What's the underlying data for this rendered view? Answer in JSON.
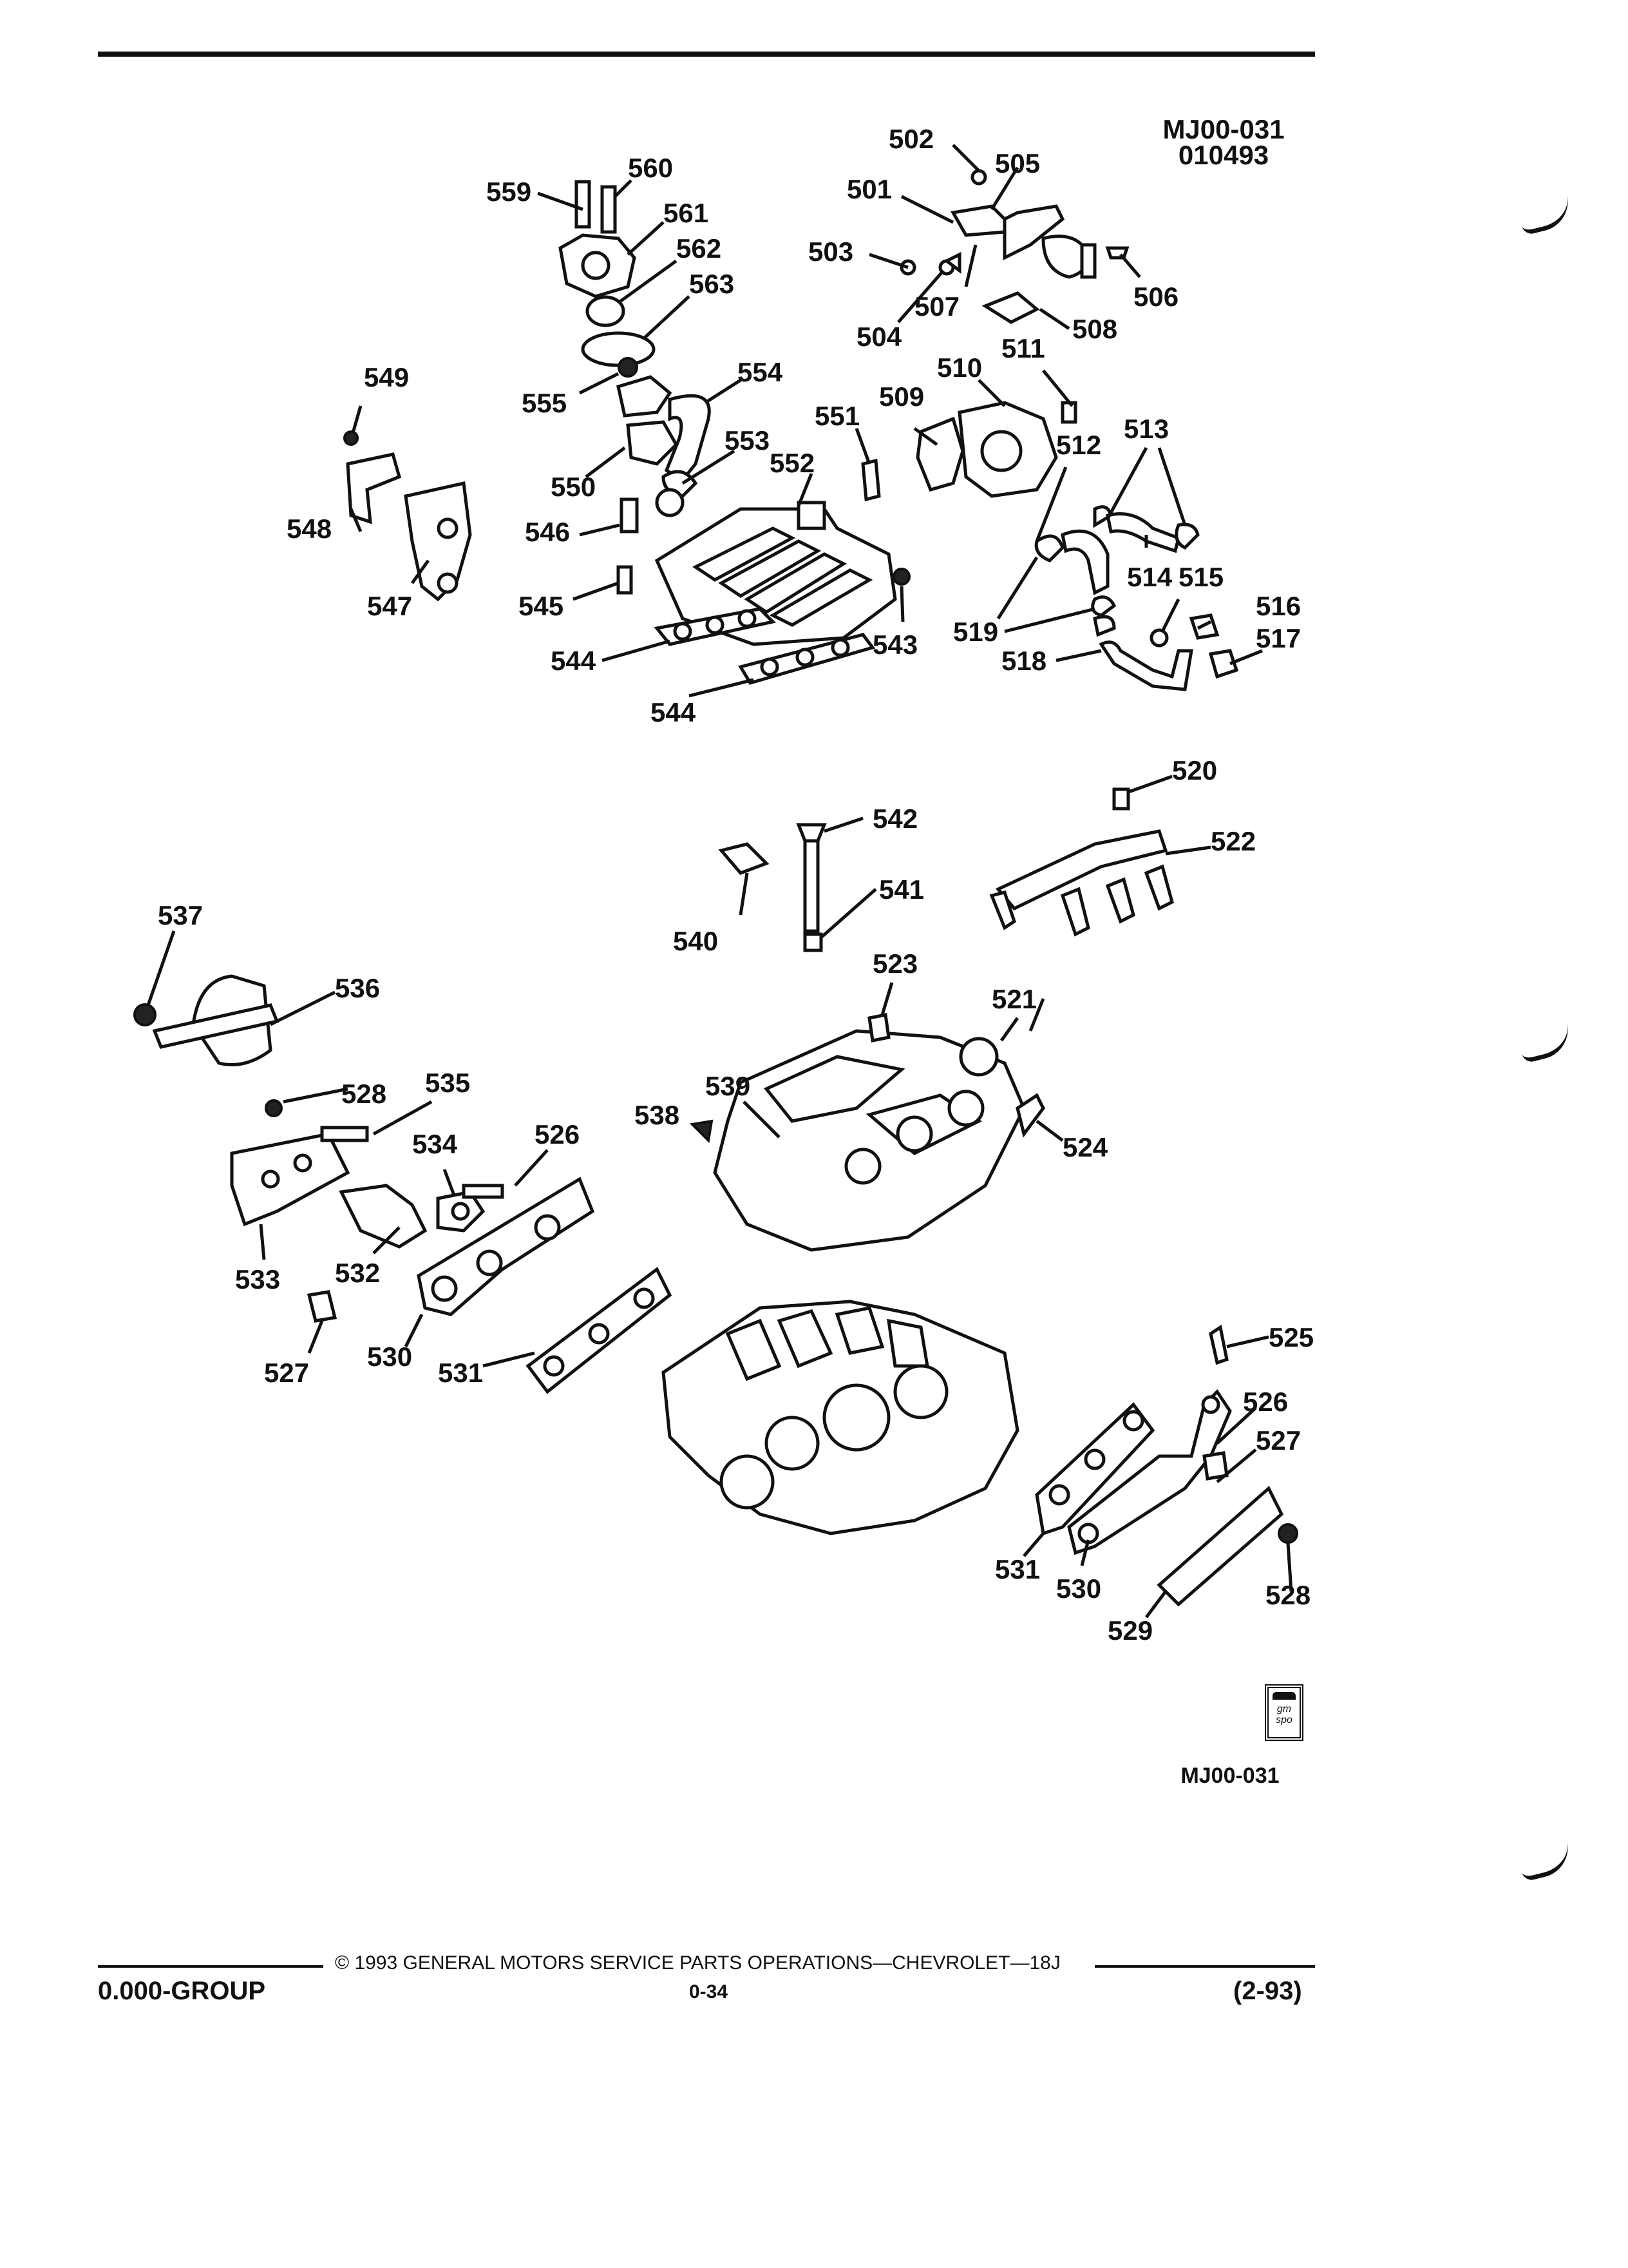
{
  "header": {
    "figure_code": "MJ00-031",
    "figure_date": "010493"
  },
  "labels": [
    {
      "id": "501",
      "text": "501"
    },
    {
      "id": "502",
      "text": "502"
    },
    {
      "id": "503",
      "text": "503"
    },
    {
      "id": "504",
      "text": "504"
    },
    {
      "id": "505",
      "text": "505"
    },
    {
      "id": "506",
      "text": "506"
    },
    {
      "id": "507",
      "text": "507"
    },
    {
      "id": "508",
      "text": "508"
    },
    {
      "id": "509",
      "text": "509"
    },
    {
      "id": "510",
      "text": "510"
    },
    {
      "id": "511",
      "text": "511"
    },
    {
      "id": "512",
      "text": "512"
    },
    {
      "id": "513",
      "text": "513"
    },
    {
      "id": "514",
      "text": "514"
    },
    {
      "id": "515",
      "text": "515"
    },
    {
      "id": "516",
      "text": "516"
    },
    {
      "id": "517",
      "text": "517"
    },
    {
      "id": "518",
      "text": "518"
    },
    {
      "id": "519",
      "text": "519"
    },
    {
      "id": "520",
      "text": "520"
    },
    {
      "id": "521",
      "text": "521"
    },
    {
      "id": "522",
      "text": "522"
    },
    {
      "id": "523",
      "text": "523"
    },
    {
      "id": "524",
      "text": "524"
    },
    {
      "id": "525",
      "text": "525"
    },
    {
      "id": "526a",
      "text": "526"
    },
    {
      "id": "526b",
      "text": "526"
    },
    {
      "id": "527a",
      "text": "527"
    },
    {
      "id": "527b",
      "text": "527"
    },
    {
      "id": "528a",
      "text": "528"
    },
    {
      "id": "528b",
      "text": "528"
    },
    {
      "id": "529",
      "text": "529"
    },
    {
      "id": "530a",
      "text": "530"
    },
    {
      "id": "530b",
      "text": "530"
    },
    {
      "id": "531a",
      "text": "531"
    },
    {
      "id": "531b",
      "text": "531"
    },
    {
      "id": "532",
      "text": "532"
    },
    {
      "id": "533",
      "text": "533"
    },
    {
      "id": "534",
      "text": "534"
    },
    {
      "id": "535",
      "text": "535"
    },
    {
      "id": "536",
      "text": "536"
    },
    {
      "id": "537",
      "text": "537"
    },
    {
      "id": "538",
      "text": "538"
    },
    {
      "id": "539",
      "text": "539"
    },
    {
      "id": "540",
      "text": "540"
    },
    {
      "id": "541",
      "text": "541"
    },
    {
      "id": "542",
      "text": "542"
    },
    {
      "id": "543",
      "text": "543"
    },
    {
      "id": "544a",
      "text": "544"
    },
    {
      "id": "544b",
      "text": "544"
    },
    {
      "id": "545",
      "text": "545"
    },
    {
      "id": "546",
      "text": "546"
    },
    {
      "id": "547",
      "text": "547"
    },
    {
      "id": "548",
      "text": "548"
    },
    {
      "id": "549",
      "text": "549"
    },
    {
      "id": "550",
      "text": "550"
    },
    {
      "id": "551",
      "text": "551"
    },
    {
      "id": "552",
      "text": "552"
    },
    {
      "id": "553",
      "text": "553"
    },
    {
      "id": "554",
      "text": "554"
    },
    {
      "id": "555",
      "text": "555"
    },
    {
      "id": "559",
      "text": "559"
    },
    {
      "id": "560",
      "text": "560"
    },
    {
      "id": "561",
      "text": "561"
    },
    {
      "id": "562",
      "text": "562"
    },
    {
      "id": "563",
      "text": "563"
    }
  ],
  "figure_footer_code": "MJ00-031",
  "logo_text": "gm spo",
  "footer": {
    "copyright": "© 1993 GENERAL MOTORS SERVICE PARTS OPERATIONS—CHEVROLET—18J",
    "group": "0.000-GROUP",
    "page": "0-34",
    "date": "(2-93)"
  }
}
